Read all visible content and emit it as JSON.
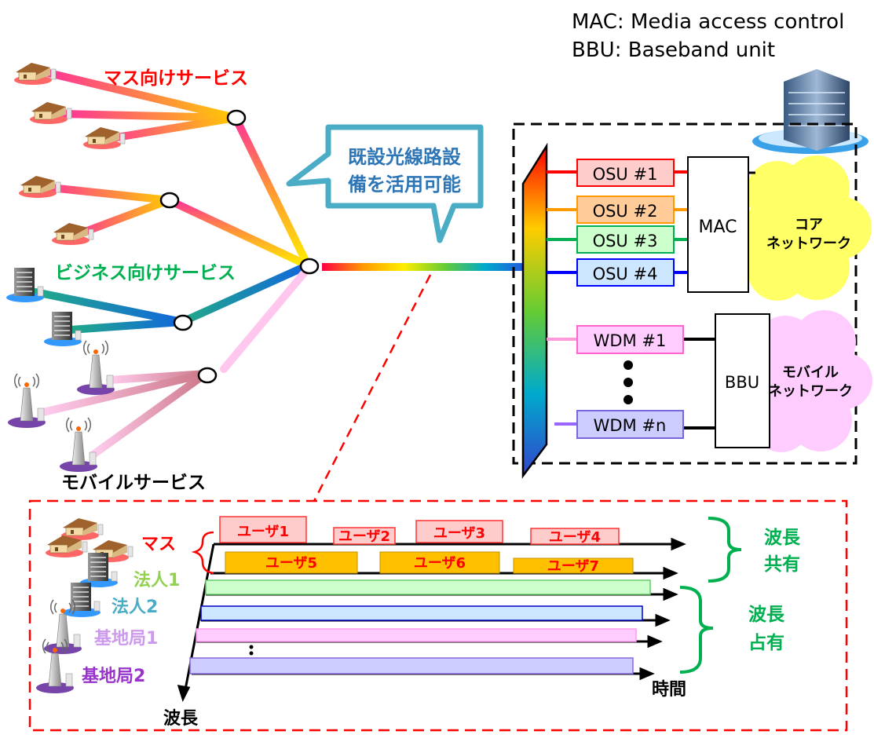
{
  "legend": {
    "mac": "MAC: Media access control",
    "bbu": "BBU: Baseband unit"
  },
  "services": {
    "mass": "マス向けサービス",
    "business": "ビジネス向けサービス",
    "mobile": "モバイルサービス"
  },
  "callout": {
    "line1": "既設光線路設",
    "line2": "備を活用可能"
  },
  "osu": [
    "OSU #1",
    "OSU #2",
    "OSU #3",
    "OSU #4"
  ],
  "wdm": [
    "WDM #1",
    "WDM #n"
  ],
  "mac_label": "MAC",
  "bbu_label": "BBU",
  "core_network": {
    "line1": "コア",
    "line2": "ネットワーク"
  },
  "mobile_network": {
    "line1": "モバイル",
    "line2": "ネットワーク"
  },
  "timeline": {
    "users_top": [
      "ユーザ1",
      "ユーザ2",
      "ユーザ3",
      "ユーザ4"
    ],
    "users_bottom": [
      "ユーザ5",
      "ユーザ6",
      "ユーザ7"
    ],
    "rows": [
      "マス",
      "法人1",
      "法人2",
      "基地局1",
      "基地局2"
    ],
    "share": {
      "line1": "波長",
      "line2": "共有"
    },
    "occupy": {
      "line1": "波長",
      "line2": "占有"
    },
    "axis_time": "時間",
    "axis_wavelength": "波長"
  },
  "colors": {
    "red": "#ff0000",
    "green": "#00b050",
    "callout_border": "#4bacc6",
    "callout_text": "#2e75b6",
    "core_cloud": "#ffff66",
    "mobile_cloud": "#ffccff"
  }
}
